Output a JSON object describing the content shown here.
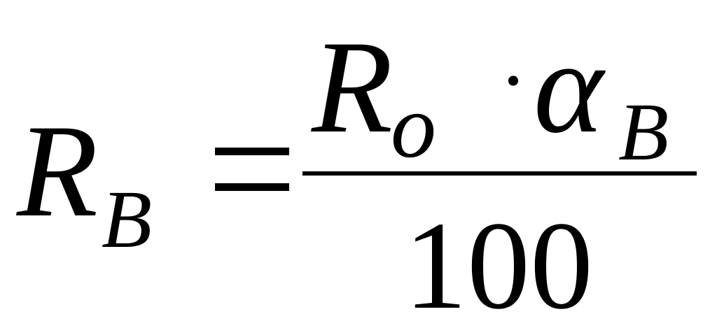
{
  "formula": {
    "lhs": {
      "variable": "R",
      "subscript": "B"
    },
    "equals": "=",
    "numerator": {
      "term1": {
        "variable": "R",
        "subscript": "o"
      },
      "operator": "·",
      "term2": {
        "variable": "α",
        "subscript": "B"
      }
    },
    "denominator": "100"
  }
}
